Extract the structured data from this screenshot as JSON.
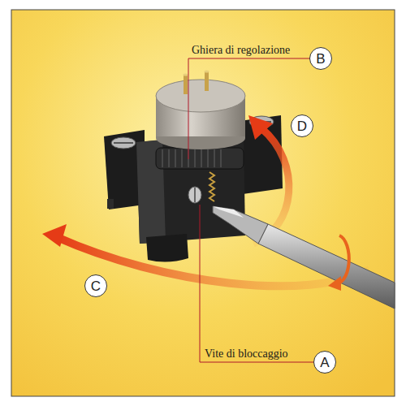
{
  "diagram": {
    "nodes": [
      {
        "text": [
          "B"
        ]
      },
      {
        "text": [
          "D"
        ]
      },
      {
        "text": [
          "C"
        ]
      },
      {
        "text": [
          "A"
        ]
      }
    ],
    "labels": [
      "Ghiera di regolazione",
      "Vite di bloccaggio"
    ]
  }
}
